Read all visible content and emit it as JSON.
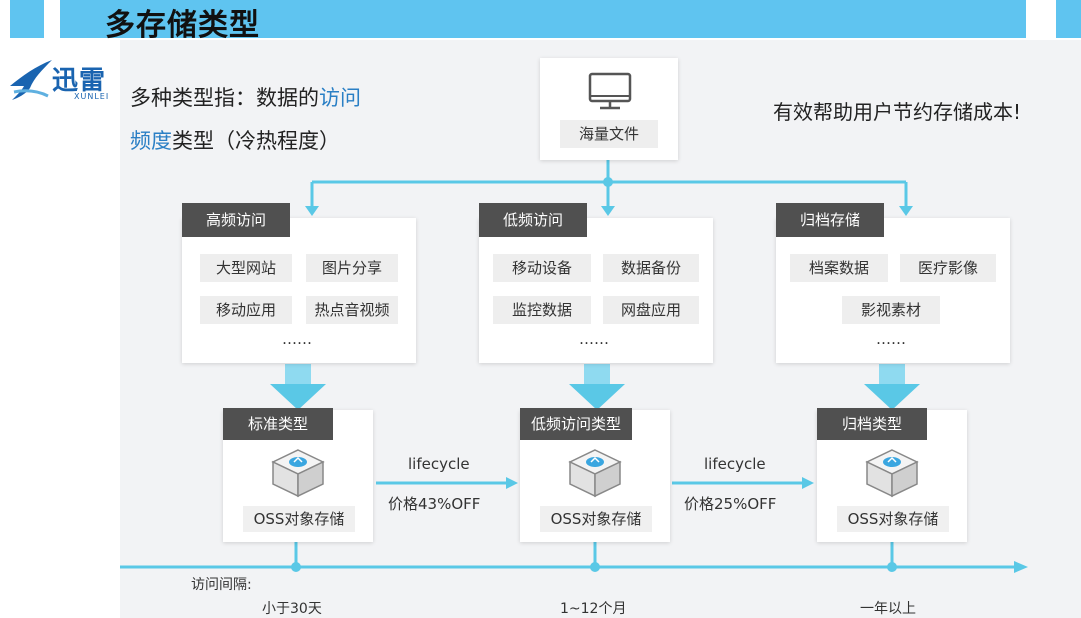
{
  "title": "多存储类型",
  "logo": {
    "text": "迅雷",
    "sub": "XUNLEI"
  },
  "intro": {
    "line1_prefix": "多种类型指：数据的",
    "line1_highlight": "访问",
    "line2_highlight": "频度",
    "line2_suffix": "类型（冷热程度）"
  },
  "savings_note": "有效帮助用户节约存储成本!",
  "source": {
    "label": "海量文件"
  },
  "categories": [
    {
      "label": "高频访问",
      "items": [
        "大型网站",
        "图片分享",
        "移动应用",
        "热点音视频"
      ],
      "ellipsis": "……"
    },
    {
      "label": "低频访问",
      "items": [
        "移动设备",
        "数据备份",
        "监控数据",
        "网盘应用"
      ],
      "ellipsis": "……"
    },
    {
      "label": "归档存储",
      "items": [
        "档案数据",
        "医疗影像",
        "影视素材"
      ],
      "ellipsis": "……"
    }
  ],
  "storage_types": [
    {
      "label": "标准类型",
      "product": "OSS对象存储"
    },
    {
      "label": "低频访问类型",
      "product": "OSS对象存储"
    },
    {
      "label": "归档类型",
      "product": "OSS对象存储"
    }
  ],
  "transitions": [
    {
      "label": "lifecycle",
      "discount": "价格43%OFF"
    },
    {
      "label": "lifecycle",
      "discount": "价格25%OFF"
    }
  ],
  "axis": {
    "label": "访问间隔:",
    "ticks": [
      "小于30天",
      "1~12个月",
      "一年以上"
    ]
  },
  "colors": {
    "accent": "#5ac8e6",
    "title_band": "#5fc4f0",
    "tab": "#505050",
    "highlight": "#2a7fc5"
  },
  "icons": {
    "source": "monitor-icon",
    "storage": "storage-cube-icon",
    "logo": "xunlei-bird-logo"
  }
}
